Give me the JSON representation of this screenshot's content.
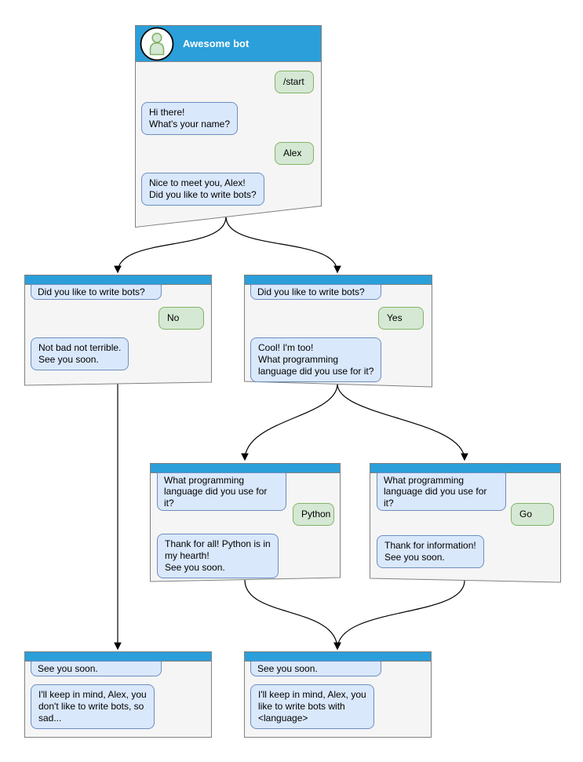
{
  "colors": {
    "header_blue": "#2B9FD9",
    "bot_bubble_fill": "#DAE8FC",
    "bot_bubble_border": "#6C8EBF",
    "user_bubble_fill": "#D5E8D4",
    "user_bubble_border": "#82B366",
    "node_fill": "#F5F5F5",
    "node_border": "#808080"
  },
  "main_window": {
    "title": "Awesome bot",
    "messages": {
      "start_command": "/start",
      "greeting": "Hi there!\nWhat's your name?",
      "name_answer": "Alex",
      "meet": "Nice to meet you, Alex!\nDid you like to write bots?"
    }
  },
  "branch_no": {
    "quote": "Did you like to write bots?",
    "answer": "No",
    "reply": "Not bad not terrible.\nSee you soon."
  },
  "branch_yes": {
    "quote": "Did you like to write bots?",
    "answer": "Yes",
    "reply": "Cool! I'm too!\nWhat programming\nlanguage did you use for it?"
  },
  "branch_python": {
    "quote": "What programming\nlanguage did you use for it?",
    "answer": "Python",
    "reply": "Thank for all! Python is in\nmy hearth!\nSee you soon."
  },
  "branch_go": {
    "quote": "What programming\nlanguage did you use for it?",
    "answer": "Go",
    "reply": "Thank for information!\nSee you soon."
  },
  "end_no": {
    "quote": "See you soon.",
    "reply": "I'll keep in mind, Alex, you\ndon't like to write bots, so\nsad..."
  },
  "end_yes": {
    "quote": "See you soon.",
    "reply": "I'll keep in mind, Alex, you\nlike to write bots with\n<language>"
  },
  "edges": [
    {
      "from": "main_window",
      "to": "branch_no"
    },
    {
      "from": "main_window",
      "to": "branch_yes"
    },
    {
      "from": "branch_yes",
      "to": "branch_python"
    },
    {
      "from": "branch_yes",
      "to": "branch_go"
    },
    {
      "from": "branch_no",
      "to": "end_no"
    },
    {
      "from": "branch_python",
      "to": "end_yes"
    },
    {
      "from": "branch_go",
      "to": "end_yes"
    }
  ]
}
